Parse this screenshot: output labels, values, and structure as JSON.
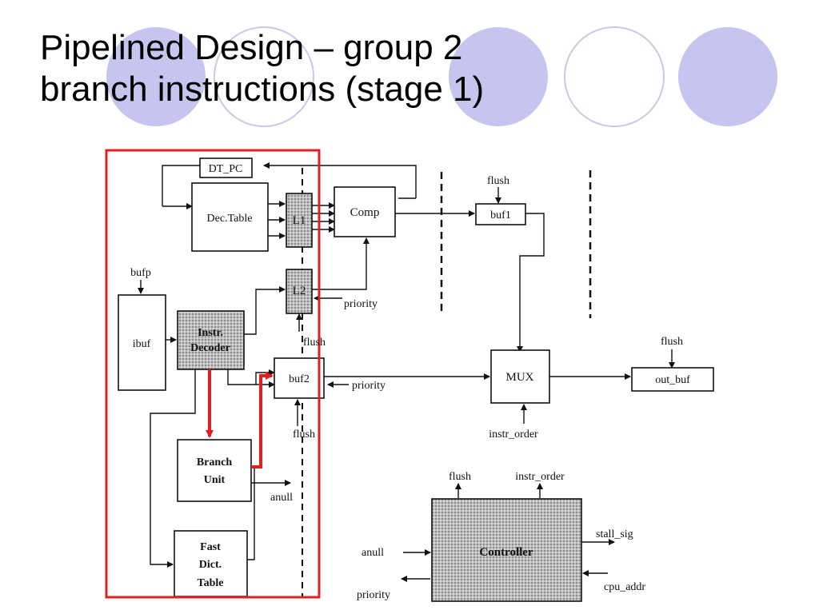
{
  "title": {
    "line1": "Pipelined Design – group 2",
    "line2": "branch instructions (stage 1)"
  },
  "colors": {
    "circle_fill": "#c5c5ef",
    "circle_outline": "#c9c9e6",
    "highlight_red": "#e02020",
    "shaded_block": "#b8b8b8"
  },
  "diagram": {
    "blocks": {
      "dt_pc": "DT_PC",
      "dec_table": "Dec.Table",
      "l1": "L1",
      "comp": "Comp",
      "buf1": "buf1",
      "l2": "L2",
      "ibuf": "ibuf",
      "instr_decoder": {
        "line1": "Instr.",
        "line2": "Decoder"
      },
      "buf2": "buf2",
      "mux": "MUX",
      "out_buf": "out_buf",
      "branch_unit": {
        "line1": "Branch",
        "line2": "Unit"
      },
      "fast_dict_table": {
        "line1": "Fast",
        "line2": "Dict.",
        "line3": "Table"
      },
      "controller": "Controller"
    },
    "signals": {
      "bufp": "bufp",
      "flush_buf1": "flush",
      "priority_l2": "priority",
      "flush_l2": "flush",
      "priority_buf2": "priority",
      "flush_buf2": "flush",
      "instr_order_mux": "instr_order",
      "flush_out": "flush",
      "anull_branch": "anull",
      "ctrl_flush": "flush",
      "ctrl_instr_order": "instr_order",
      "ctrl_anull": "anull",
      "ctrl_stall_sig": "stall_sig",
      "ctrl_priority": "priority",
      "ctrl_cpu_addr": "cpu_addr"
    }
  }
}
